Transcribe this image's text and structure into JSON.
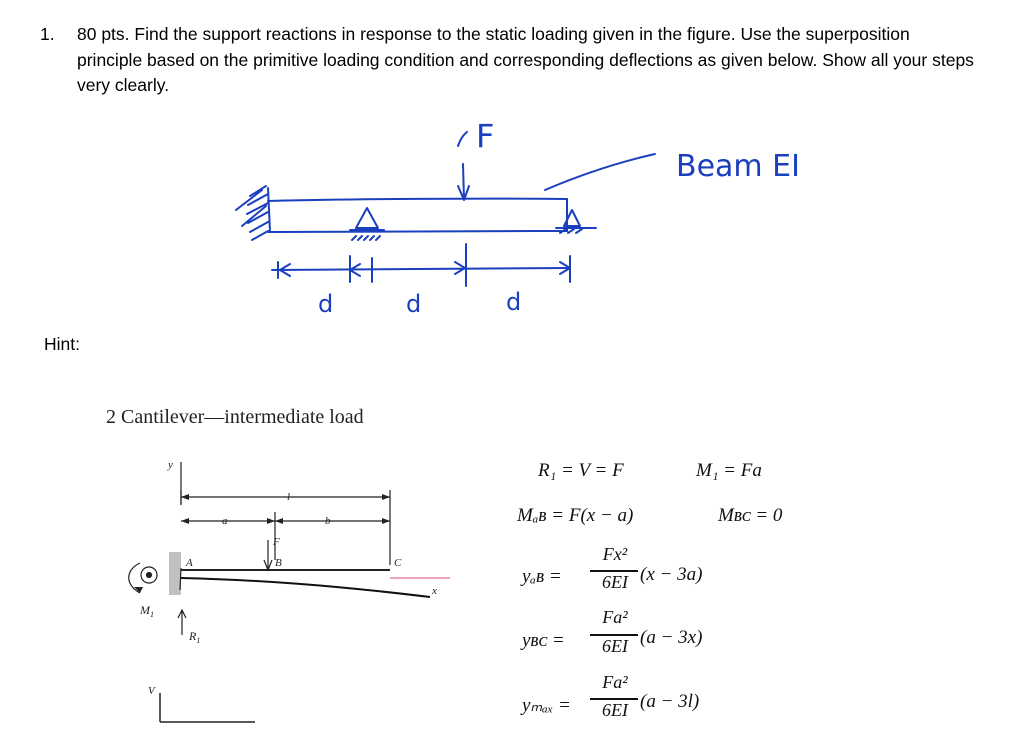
{
  "problem": {
    "number": "1.",
    "text": "80 pts.  Find the support reactions in response to the static loading given in the figure.  Use the superposition principle based on the primitive loading condition and corresponding deflections as given below.  Show all your steps very clearly."
  },
  "sketch": {
    "load_label": "F",
    "beam_label": "Beam EI",
    "spacing_labels": [
      "d",
      "d",
      "d"
    ]
  },
  "hint_label": "Hint:",
  "case": {
    "title": "2 Cantilever—intermediate load",
    "diagram_labels": {
      "y": "y",
      "l": "l",
      "a": "a",
      "b": "b",
      "F": "F",
      "A": "A",
      "B": "B",
      "C": "C",
      "x": "x",
      "M1": "M",
      "M1_sub": "1",
      "R1": "R",
      "R1_sub": "1",
      "V": "V"
    },
    "equations": {
      "reactions": "R₁ = V = F",
      "moment_support": "M₁ = Fa",
      "moment_AB": "Mₐʙ = F(x − a)",
      "moment_BC": "Mʙᴄ = 0",
      "yAB_lhs": "yₐʙ =",
      "yAB_num": "Fx²",
      "yAB_den": "6EI",
      "yAB_rest": "(x − 3a)",
      "yBC_lhs": "yʙᴄ =",
      "yBC_num": "Fa²",
      "yBC_den": "6EI",
      "yBC_rest": "(a − 3x)",
      "ymax_lhs": "yₘₐₓ =",
      "ymax_num": "Fa²",
      "ymax_den": "6EI",
      "ymax_rest": "(a − 3l)"
    }
  }
}
